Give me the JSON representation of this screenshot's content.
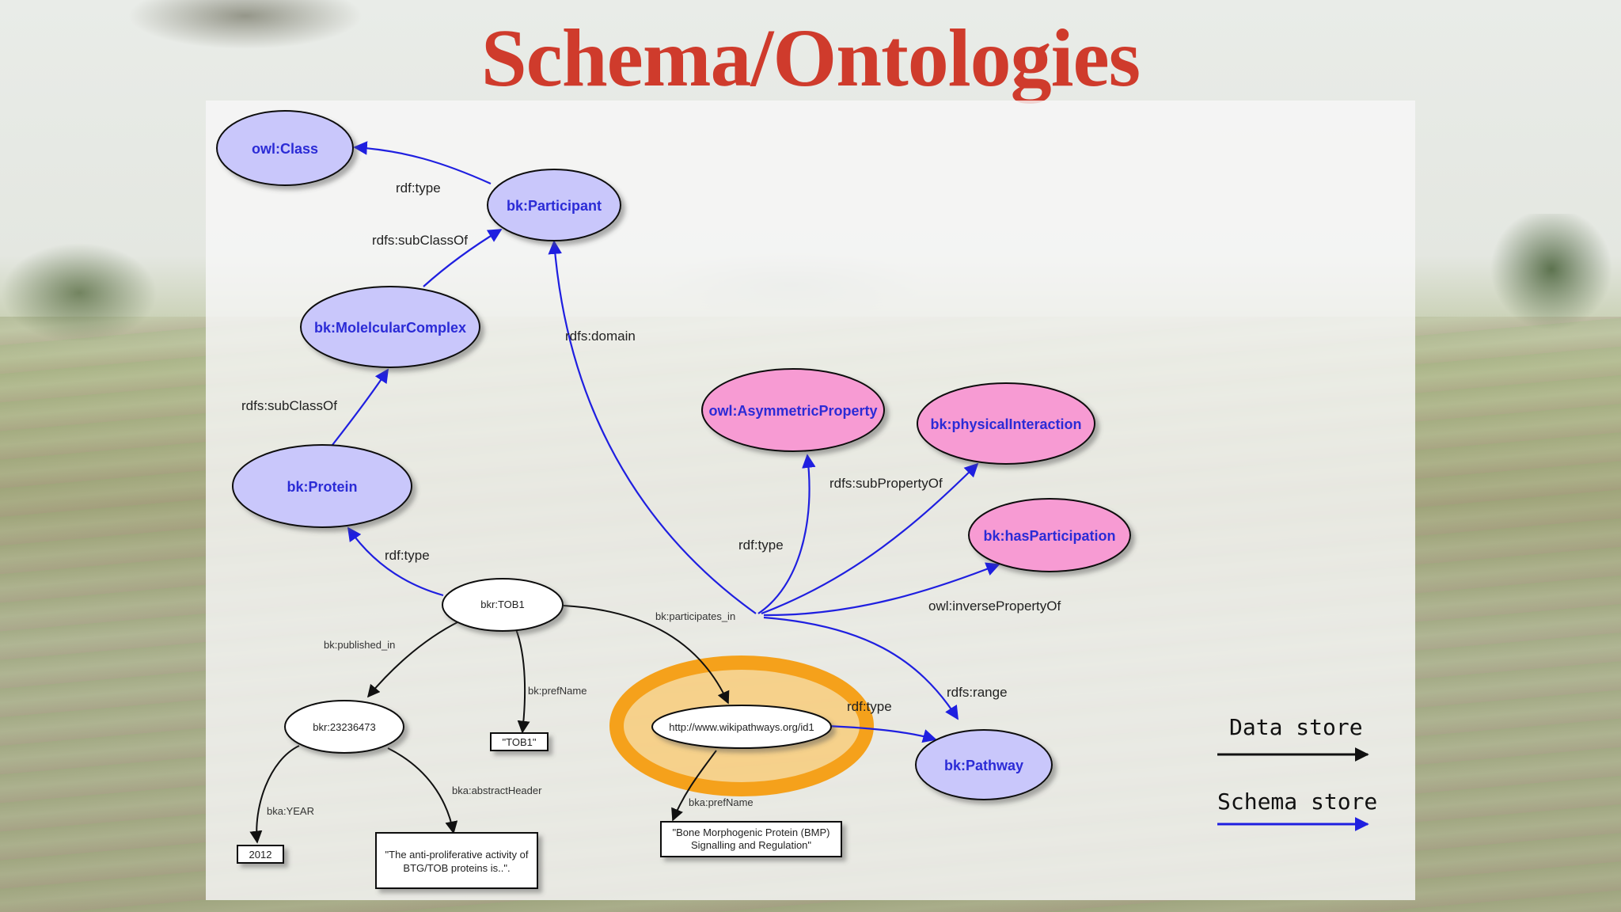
{
  "title": "Schema/Ontologies",
  "nodes": {
    "owl_class": "owl:Class",
    "participant": "bk:Participant",
    "molecular_complex": "bk:MolelcularComplex",
    "protein": "bk:Protein",
    "asymmetric_property": "owl:AsymmetricProperty",
    "physical_interaction": "bk:physicalInteraction",
    "has_participation": "bk:hasParticipation",
    "pathway": "bk:Pathway",
    "tob1": "bkr:TOB1",
    "pub": "bkr:23236473",
    "wikipathways": "http://www.wikipathways.org/id1",
    "tob1_literal": "\"TOB1\"",
    "year_literal": "2012",
    "abstract_line1": "\"The anti-proliferative activity of",
    "abstract_line2": "BTG/TOB proteins is..\".",
    "bmp_line1": "\"Bone Morphogenic Protein (BMP)",
    "bmp_line2": "Signalling and Regulation\""
  },
  "edges": {
    "participant_type": "rdf:type",
    "complex_subclass": "rdfs:subClassOf",
    "protein_subclass": "rdfs:subClassOf",
    "tob1_type": "rdf:type",
    "domain": "rdfs:domain",
    "prop_type": "rdf:type",
    "subproperty": "rdfs:subPropertyOf",
    "inverse": "owl:inversePropertyOf",
    "range": "rdfs:range",
    "participates_in": "bk:participates_in",
    "published_in": "bk:published_in",
    "pref_name": "bk:prefName",
    "wiki_type": "rdf:type",
    "year": "bka:YEAR",
    "abstract_header": "bka:abstractHeader",
    "wiki_pref_name": "bka:prefName"
  },
  "legend": {
    "data_store": "Data store",
    "schema_store": "Schema store"
  },
  "colors": {
    "title": "#cf3b2c",
    "schema_node": "#c9c7fb",
    "property_node": "#f79bd3",
    "schema_edge": "#1f1fe0",
    "data_edge": "#111111",
    "highlight": "#f5a11b"
  }
}
